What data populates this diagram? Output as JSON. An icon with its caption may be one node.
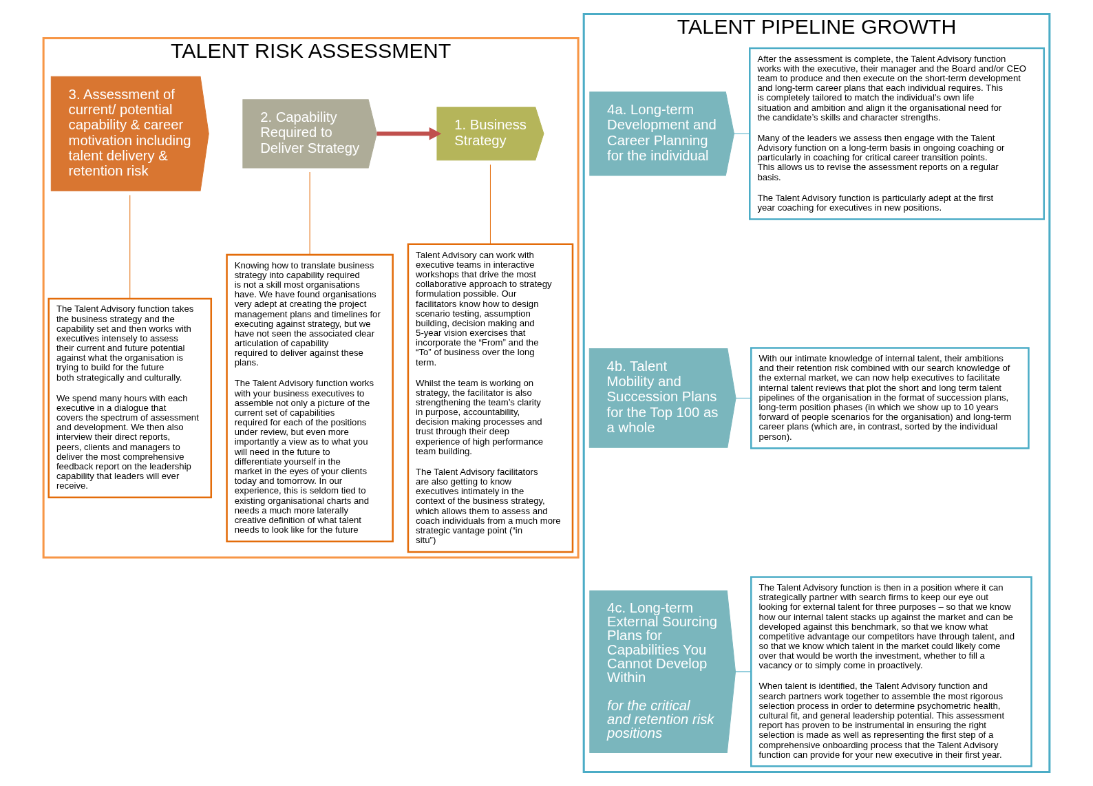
{
  "diagram": {
    "nodes": [
      {
        "text": [
          "TALENT RISK ASSESSMENT"
        ]
      },
      {
        "text": [
          "1. Business Strategy"
        ],
        "in": 0
      },
      {
        "text": [
          "2. Capability Required to Deliver Strategy"
        ],
        "in": 0
      },
      {
        "text": [
          "3. Assessment of current/ potential capability & career motivation including talent delivery & retention risk"
        ],
        "in": 0
      },
      {
        "text": [
          "Talent Advisory can work with executive teams in interactive workshops that drive the most collaborative approach to strategy formulation possible. Our facilitators know how to design scenario testing, assumption building, decision making and 5-year vision exercises that incorporate the “From” and the “To” of business over the long term.",
          "Whilst the team is working on strategy, the facilitator is also strengthening the team’s clarity in purpose, accountability, decision making processes and trust through their deep experience of high performance team building.",
          "The Talent Advisory facilitators are also getting to know executives intimately in the context of the business strategy, which allows them to assess and coach individuals from a much more strategic vantage point (“in situ”)"
        ],
        "in": 0
      },
      {
        "text": [
          "Knowing how to translate business strategy into capability required is not a skill most organisations have. We have found organisations very adept at creating the project management plans and timelines for executing against strategy, but we have not seen the associated clear articulation of capability required to deliver against these plans.",
          "The Talent Advisory function works with your business executives to assemble not only a picture of the current set of capabilities required for each of the positions under review, but even more importantly a view as to what you will need in the future to differentiate yourself in the market in the eyes of your clients today and tomorrow. In our experience, this is seldom tied to existing organisational charts and needs a much more laterally creative definition of what talent needs to look like for the future"
        ],
        "in": 0
      },
      {
        "text": [
          "The Talent Advisory function takes the business strategy and the capability set and then works with executives intensely to assess their current and future potential against what the organisation is trying to build for the future both strategically and culturally.",
          "We spend many hours with each executive in a dialogue that covers the spectrum of assessment and development. We then also interview their direct reports, peers, clients and managers to deliver the most comprehensive feedback report on the leadership capability that leaders will ever receive."
        ],
        "in": 0
      },
      {
        "text": [
          "TALENT PIPELINE GROWTH"
        ]
      },
      {
        "text": [
          "4a. Long-term Development and Career Planning for the individual"
        ],
        "in": 7
      },
      {
        "text": [
          "After the assessment is complete, the Talent Advisory function works with the executive, their manager and the Board and/or CEO team to produce and then execute on the short-term development and long-term career plans that each individual requires. This is completely tailored to match the individual’s own life situation and ambition and align it the organisational need for the candidate’s skills and character strengths.",
          "Many of the leaders we assess then engage with the Talent Advisory function on a long-term basis in ongoing coaching or particularly in coaching for critical career transition points. This allows us to revise the assessment reports on a regular basis.",
          "The Talent Advisory function is particularly adept at the first year coaching for executives in new positions."
        ],
        "in": 7
      },
      {
        "text": [
          "4b. Talent Mobility and Succession Plans for the Top 100 as a whole"
        ],
        "in": 7
      },
      {
        "text": [
          "With our intimate knowledge of internal talent, their ambitions and their retention risk combined with our search knowledge of the external market, we can now help executives to facilitate internal talent reviews that plot the short and long term talent pipelines of the organisation in the format of succession plans, long-term position phases (in which we show up to 10 years forward of people scenarios for the organisation) and long-term career plans (which are, in contrast, sorted by the individual person)."
        ],
        "in": 7
      },
      {
        "text": [
          "4c. Long-term External Sourcing Plans for Capabilities You Cannot Develop Within",
          "for the critical and retention risk positions"
        ],
        "in": 7
      },
      {
        "text": [
          "The Talent Advisory function is then in a position where it can strategically partner with search firms to keep our eye out looking for external talent for three purposes – so that we know how our internal talent stacks up against the market and can be developed against this benchmark, so that we know what competitive advantage our competitors have through talent, and so that we know which talent in the market could likely come over that would be worth the investment, whether to fill a vacancy or to simply come in proactively.",
          "When talent is identified, the Talent Advisory function and search partners work together to assemble the most rigorous selection process in order to determine psychometric health, cultural fit, and general leadership potential. This assessment report has proven to be instrumental in ensuring the right selection is made as well as representing the first step of a comprehensive onboarding process that the Talent Advisory function can provide for your new executive in their first year."
        ],
        "in": 7
      }
    ],
    "edges": [
      {
        "from": 2,
        "to": 1,
        "arrow": "to",
        "style": "thick",
        "color": "#c0504d"
      },
      {
        "from": 1,
        "to": 4,
        "arrow": "none"
      },
      {
        "from": 2,
        "to": 5,
        "arrow": "none"
      },
      {
        "from": 3,
        "to": 6,
        "arrow": "none"
      },
      {
        "from": 8,
        "to": 9,
        "arrow": "none",
        "color": "#4bacc6"
      },
      {
        "from": 10,
        "to": 11,
        "arrow": "none",
        "color": "#4bacc6"
      },
      {
        "from": 12,
        "to": 13,
        "arrow": "none",
        "color": "#4bacc6"
      }
    ]
  }
}
